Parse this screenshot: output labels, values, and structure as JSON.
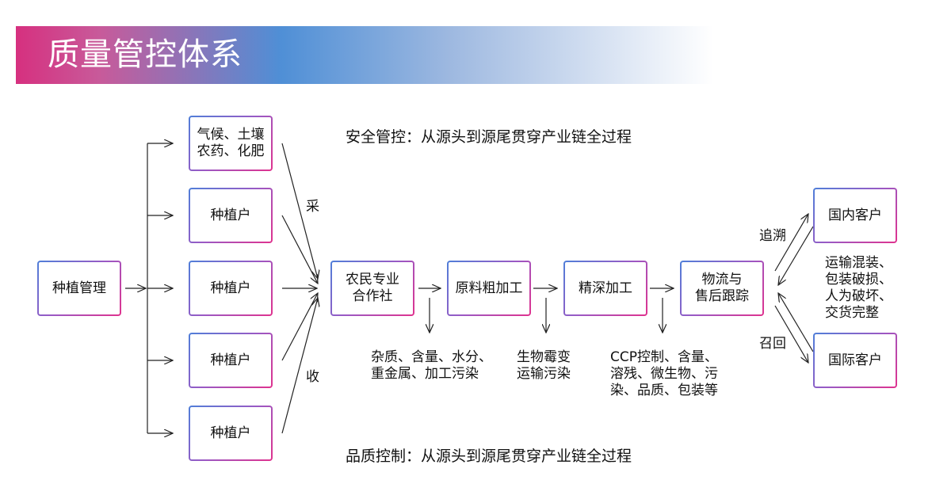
{
  "header": {
    "title": "质量管控体系"
  },
  "top_caption": "安全管控：从源头到源尾贯穿产业链全过程",
  "bottom_caption": "品质控制：从源头到源尾贯穿产业链全过程",
  "nodes": {
    "planting_mgmt": "种植管理",
    "climate": [
      "气候、土壤",
      "农药、化肥"
    ],
    "grower": "种植户",
    "coop": [
      "农民专业",
      "合作社"
    ],
    "raw": "原料粗加工",
    "deep": "精深加工",
    "logistics": [
      "物流与",
      "售后跟踪"
    ],
    "domestic": "国内客户",
    "intl": "国际客户"
  },
  "labels": {
    "collect_top": "采",
    "collect_bottom": "收",
    "trace": "追溯",
    "recall": "召回"
  },
  "notes": {
    "coop": [
      "杂质、含量、水分、",
      "重金属、加工污染"
    ],
    "raw": [
      "生物霉变",
      "运输污染"
    ],
    "deep": [
      "CCP控制、含量、",
      "溶残、微生物、污",
      "染、品质、包装等"
    ],
    "logistics": [
      "运输混装、",
      "包装破损、",
      "人为破坏、",
      "交货完整"
    ]
  },
  "colors": {
    "accent_pink": "#e0328e",
    "accent_blue": "#4f7fd9",
    "arrow": "#222222"
  }
}
